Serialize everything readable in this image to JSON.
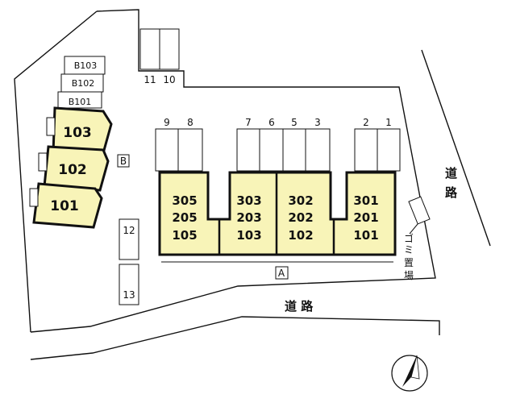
{
  "building_a": {
    "label": "A",
    "units": [
      [
        "305",
        "205",
        "105"
      ],
      [
        "303",
        "203",
        "103"
      ],
      [
        "302",
        "202",
        "102"
      ],
      [
        "301",
        "201",
        "101"
      ]
    ]
  },
  "building_b": {
    "label": "B",
    "units": [
      "103",
      "102",
      "101"
    ],
    "storage": [
      "B103",
      "B102",
      "B101"
    ]
  },
  "parking": {
    "top": [
      "11",
      "10"
    ],
    "row_a": [
      "9",
      "8",
      "7",
      "6",
      "5",
      "3",
      "2",
      "1"
    ],
    "side": [
      "12",
      "13"
    ]
  },
  "roads": {
    "east": [
      "道",
      "路"
    ],
    "south": "道 路"
  },
  "gomi": [
    "ゴ",
    "ミ",
    "置",
    "場"
  ],
  "colors": {
    "unit_fill": "#f8f4b8",
    "line": "#111111"
  }
}
